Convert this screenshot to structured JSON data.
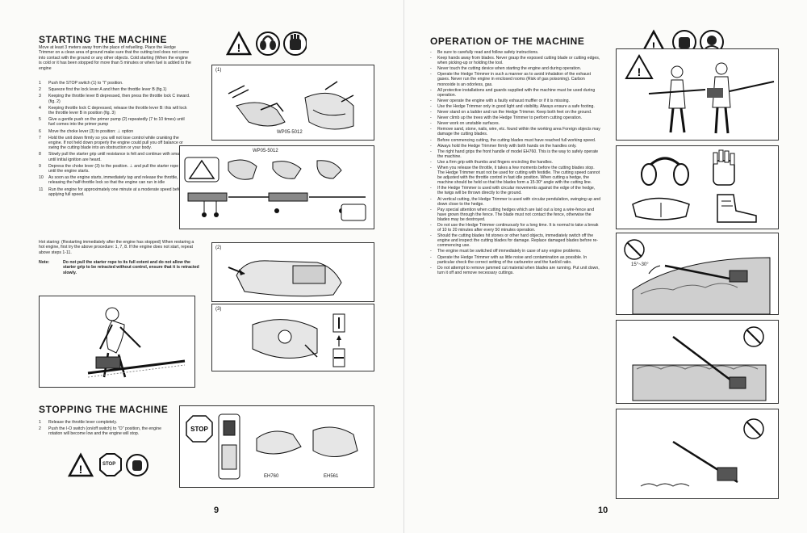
{
  "page9": {
    "title": "STARTING THE MACHINE",
    "intro": "Move at least 3 meters away from the place of refuelling. Place the Hedge Trimmer on a clean area of ground make sure that the cutting tool does not come into contact with the ground or any other objects. Cold starting (When the engine is cold or it has been stopped for more than 5 minutes or when fuel is added to the engine",
    "steps": [
      {
        "n": "1",
        "t": "Push the STOP switch (1) to \"I\" position."
      },
      {
        "n": "2",
        "t": "Squeeze first the lock lever A and then the throttle lever B (fig.1)"
      },
      {
        "n": "3",
        "t": "Keeping the throttle lever B depressed, then press the throttle lock C inward. (fig. 2)"
      },
      {
        "n": "4",
        "t": "Keeping throttle lock C depressed, release the throttle lever B: this will lock the throttle lever B in position (fig. 3)"
      },
      {
        "n": "5",
        "t": "Give a gentle push on the primer pump (2) repeatedly (7 to 10 times) until fuel comes into the primer pump"
      },
      {
        "n": "6",
        "t": "Move the choke lever (3) to position: ⊥ option"
      },
      {
        "n": "7",
        "t": "Hold the unit down firmly so you will not lose control while cranking the engine. If not held down properly the engine could pull you off balance or swing the cutting blade into an obstruction or your body."
      },
      {
        "n": "8",
        "t": "Slowly pull the starter grip until resistance is felt and continue with smart pull until initial ignition are heard."
      },
      {
        "n": "9",
        "t": "Depress the choke lever (3) to the position. ⊥ and pull the starter rope again until the engine starts."
      },
      {
        "n": "10",
        "t": "As soon as the engine starts, immediately tap and release the throttle, thus releasing the half-throttle lock so that the engine can run in idle"
      },
      {
        "n": "11",
        "t": "Run the engine for approximately one minute at a moderate speed before applying full speed."
      }
    ],
    "hot_start": "Hot staring: (Restarting immediately after the engine has stopped) When restaring a hot engine, first try the above procedure: 1, 7, 8. If the engine does not start, repeat above steps 1-11.",
    "note_label": "Note:",
    "note_text": "Do not pull the starter rope to its full extent and do not allow the starter grip to be retracted without control, ensure that it is retracted slowly.",
    "fig_code_a": "WP05-5012",
    "fig_code_b": "WP05-5012",
    "fig1_label": "(1)",
    "fig2_label": "(2)",
    "fig3_label": "(3)",
    "stop_title": "STOPPING THE MACHINE",
    "stop_steps": [
      {
        "n": "1",
        "t": "Release the throttle lever completely."
      },
      {
        "n": "2",
        "t": "Push the I-O switch (on/off switch) to \"O\" position, the engine rotation will become low and the engine will stop."
      }
    ],
    "stop_sign": "STOP",
    "model_a": "EH760",
    "model_b": "EH561",
    "page_number": "9"
  },
  "page10": {
    "title": "OPERATION OF THE MACHINE",
    "bullets": [
      "Be sure to carefully read and follow safety instructions.",
      "Keep hands away from blades. Never grasp the exposed cutting blade or cutting edges, when picking-up or holding the tool.",
      "Never touch the cutting device when starting the engine and during operation.",
      "Operate the Hedge Trimmer in such a manner as to avoid inhalation of the exhaust gases. Never run the engine in enclosed rooms (Risk of gas poisoning). Carbon monoxide is an odorless, gas.",
      "All protective installations and guards supplied with the machine must be used during operation.",
      "Never operate the engine with a faulty exhaust muffler or if it is missing.",
      "Use the Hedge Trimmer only in good light and visibility. Always ensure a safe footing.",
      "Never stand on a ladder and run the Hedge Trimmer. Keep both feet on the ground.",
      "Never climb up the trees with the Hedge Trimmer to perform cutting operation.",
      "Never work on unstable surfaces.",
      "Remove sand, stone, nails, wire, etc. found within the working area Foreign objects may damage the cutting blades.",
      "Before commencing cutting, the cutting blades must have reached full working speed.",
      "Always hold the Hedge Trimmer firmly with both hands on the handles only.",
      "The right hand grips the front handle of model EH760. This is the way to safely operate the machine.",
      "Use a firm grip with thumbs and fingers encircling the handles.",
      "When you release the throttle, it takes a few moments before the cutting blades stop. The Hedge Trimmer must not be used for cutting with festidle. The cutting speed cannot be adjusted with the throttle control in fast idle position. When cutting a hedge, the machine should be held so that the blades form a 15-30° angle with the cutting line.",
      "If the Hedge Trimmer is used with circular movements against the edge of the hedge, the twigs will be thrown directly to the ground.",
      "At vertical cutting, the Hedge Trimmer is used with circular pendulation, swinging up and down close to the hedge.",
      "Pay special attention when cutting hedges which are laid out a long a wire-fence and have grown through the fence. The blade must not contact the fence, otherwise the blades may be destroyed.",
      "Do not use the Hedge Trimmer continuously for a long time. It is normal to take a break of 10 to 20 minutes after every 50 minutes operation.",
      "Should the cutting blades hit stones or other hard objects, immediately switch off the engine and inspect the cutting blades for damage. Replace damaged blades before re-commencing use.",
      "The engine must be switched off immediately in case of any engine problems.",
      "Operate the Hedge Trimmer with as little noise and contamination as possible. In particular check the correct setting of the carburetor and the fuel/oil ratio.",
      "Do not attempt to remove jammed cut material when blades are running. Put unit down, turn it off and remove necessary cuttings."
    ],
    "angle_label": "15°~30°",
    "page_number": "10"
  }
}
